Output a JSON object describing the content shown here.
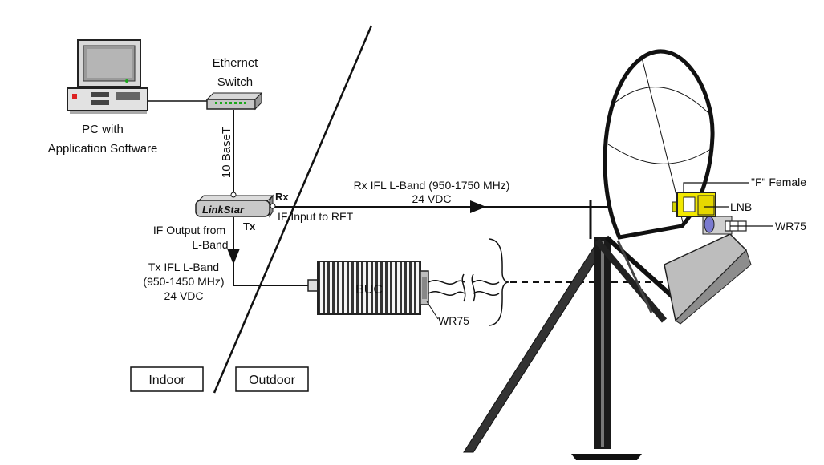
{
  "labels": {
    "ethernet_switch_line1": "Ethernet",
    "ethernet_switch_line2": "Switch",
    "pc_line1": "PC with",
    "pc_line2": "Application Software",
    "ten_base_t": "10 BaseT",
    "linkstar": "LinkStar",
    "rx": "Rx",
    "tx": "Tx",
    "rx_ifl_line1": "Rx IFL L-Band (950-1750 MHz)",
    "rx_ifl_line2": "24 VDC",
    "if_input": "IF Input to RFT",
    "if_output_line1": "IF Output from",
    "if_output_line2": "L-Band",
    "tx_ifl_line1": "Tx IFL L-Band",
    "tx_ifl_line2": "(950-1450 MHz)",
    "tx_ifl_line3": "24 VDC",
    "buc": "BUC",
    "wr75_buc": "WR75",
    "f_female": "\"F\" Female",
    "lnb": "LNB",
    "wr75_feed": "WR75",
    "indoor": "Indoor",
    "outdoor": "Outdoor"
  },
  "icons": [
    "computer-icon",
    "ethernet-switch-icon",
    "linkstar-modem-icon",
    "buc-icon",
    "lnb-icon",
    "satellite-dish-icon"
  ]
}
